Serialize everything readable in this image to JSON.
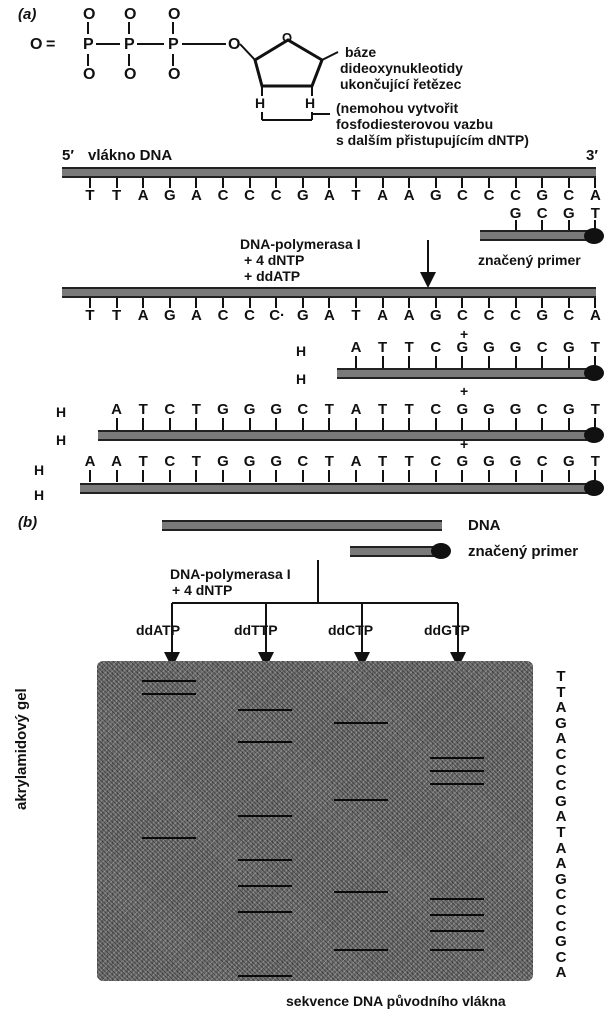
{
  "panel_a": "(a)",
  "panel_b": "(b)",
  "phosphate": {
    "o": "O",
    "p": "P",
    "eq": "=",
    "dash": "—"
  },
  "sugar_o": "O",
  "h": "H",
  "label_base": "báze",
  "label_dideoxy": [
    "dideoxynukleotidy",
    "ukončující řetězec"
  ],
  "label_no_bond": [
    "(nemohou vytvořit",
    "fosfodiesterovou vazbu",
    "s dalším přistupujícím dNTP)"
  ],
  "strand_title": "vlákno DNA",
  "five_prime": "5′",
  "three_prime": "3′",
  "template_seq": [
    "T",
    "T",
    "A",
    "G",
    "A",
    "C",
    "C",
    "C",
    "G",
    "A",
    "T",
    "A",
    "A",
    "G",
    "C",
    "C",
    "C",
    "G",
    "C",
    "A"
  ],
  "primer_seq": [
    "G",
    "C",
    "G",
    "T"
  ],
  "reaction_a": [
    "DNA-polymerasa I",
    "+ 4 dNTP",
    "+ ddATP"
  ],
  "primer_label": "značený primer",
  "template_seq_2": [
    "T",
    "T",
    "A",
    "G",
    "A",
    "C",
    "C",
    "C·",
    "G",
    "A",
    "T",
    "A",
    "A",
    "G",
    "C",
    "C",
    "C",
    "G",
    "C",
    "A"
  ],
  "product_1": [
    "A",
    "T",
    "T",
    "C",
    "G",
    "G",
    "G",
    "C",
    "G",
    "T"
  ],
  "product_2": [
    "A",
    "T",
    "C",
    "T",
    "G",
    "G",
    "G",
    "C",
    "T",
    "A",
    "T",
    "T",
    "C",
    "G",
    "G",
    "G",
    "C",
    "G",
    "T"
  ],
  "product_3": [
    "A",
    "A",
    "T",
    "C",
    "T",
    "G",
    "G",
    "G",
    "C",
    "T",
    "A",
    "T",
    "T",
    "C",
    "G",
    "G",
    "G",
    "C",
    "G",
    "T"
  ],
  "plus": "+",
  "dna_label": "DNA",
  "reaction_b": [
    "DNA-polymerasa I",
    "+ 4 dNTP"
  ],
  "lanes": [
    "ddATP",
    "ddTTP",
    "ddCTP",
    "ddGTP"
  ],
  "gel_label": "akrylamidový gel",
  "read_seq": [
    "T",
    "T",
    "A",
    "G",
    "A",
    "C",
    "C",
    "C",
    "G",
    "A",
    "T",
    "A",
    "A",
    "G",
    "C",
    "C",
    "C",
    "G",
    "C",
    "A"
  ],
  "caption": "sekvence DNA původního vlákna",
  "bands": {
    "ddATP": [
      0.06,
      0.1,
      0.55
    ],
    "ddTTP": [
      0.15,
      0.25,
      0.48,
      0.62,
      0.7,
      0.78,
      0.98
    ],
    "ddCTP": [
      0.19,
      0.43,
      0.72,
      0.9
    ],
    "ddGTP": [
      0.3,
      0.34,
      0.38,
      0.74,
      0.79,
      0.84,
      0.9
    ]
  }
}
